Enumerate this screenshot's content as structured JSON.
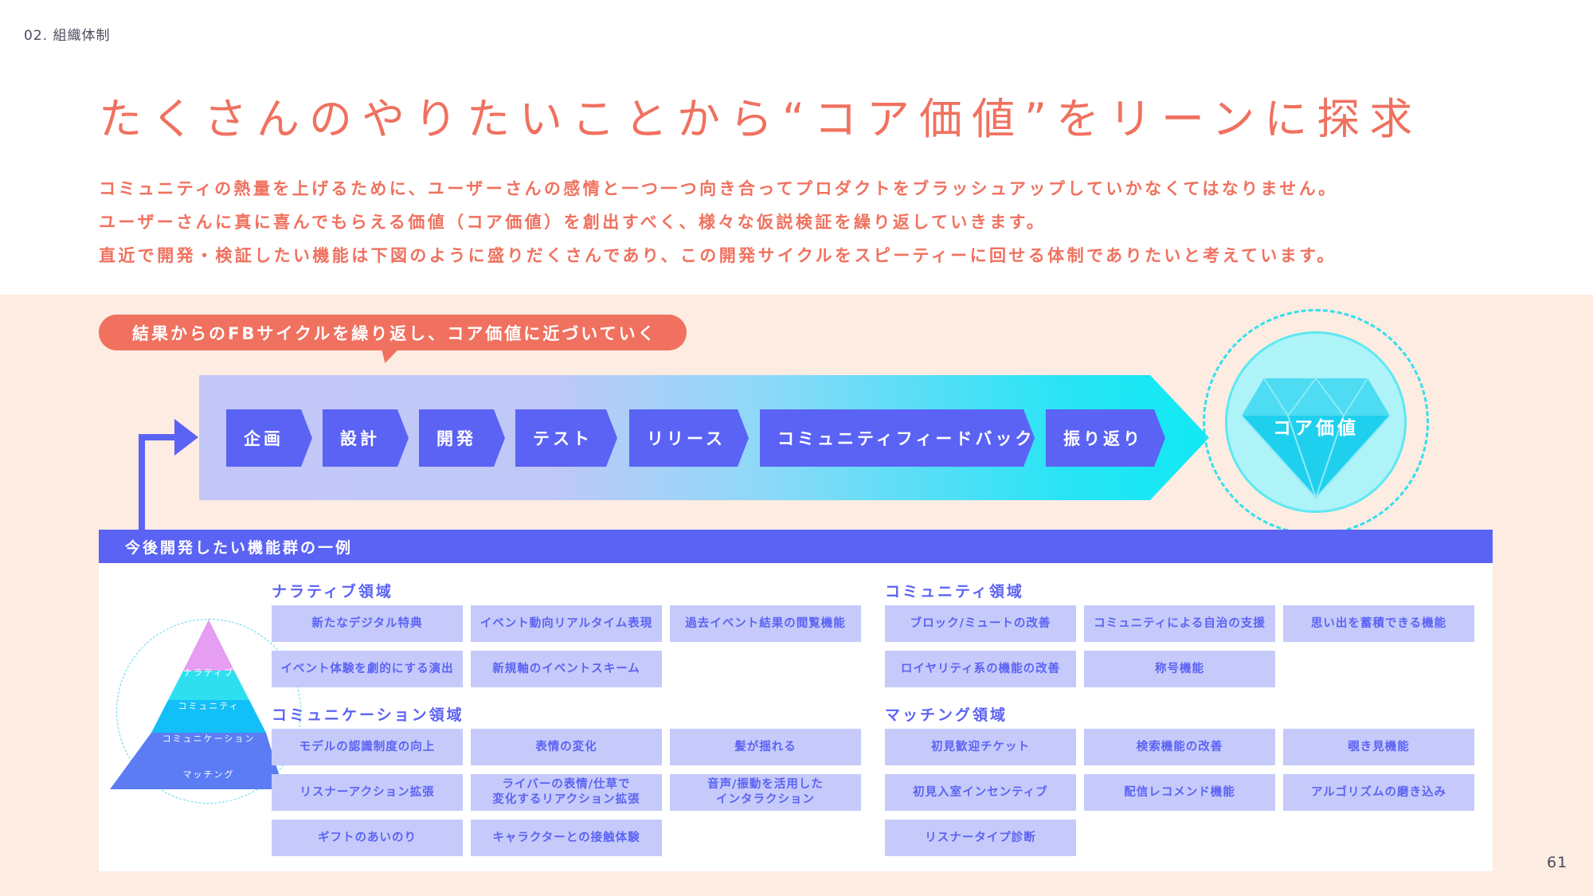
{
  "header": {
    "section": "02. 組織体制",
    "title": "たくさんのやりたいことから“コア価値”をリーンに探求"
  },
  "intro": [
    "コミュニティの熱量を上げるために、ユーザーさんの感情と一つ一つ向き合ってプロダクトをブラッシュアップしていかなくてはなりません。",
    "ユーザーさんに真に喜んでもらえる価値（コア価値）を創出すべく、様々な仮説検証を繰り返していきます。",
    "直近で開発・検証したい機能は下図のように盛りだくさんであり、この開発サイクルをスピーティーに回せる体制でありたいと考えています。"
  ],
  "cycle": {
    "bubble": "結果からのFBサイクルを繰り返し、コア価値に近づいていく",
    "steps": [
      "企画",
      "設計",
      "開発",
      "テスト",
      "リリース",
      "コミュニティフィードバック",
      "振り返り"
    ],
    "core": "コア価値"
  },
  "features": {
    "header": "今後開発したい機能群の一例",
    "pyramid": [
      "ナラティブ",
      "コミュニティ",
      "コミュニケーション",
      "マッチング"
    ],
    "narrative": {
      "title": "ナラティブ領域",
      "items": [
        "新たなデジタル特典",
        "イベント動向リアルタイム表現",
        "過去イベント結果の閲覧機能",
        "イベント体験を劇的にする演出",
        "新規軸のイベントスキーム"
      ]
    },
    "communication": {
      "title": "コミュニケーション領域",
      "items": [
        "モデルの認識制度の向上",
        "表情の変化",
        "髪が揺れる",
        "リスナーアクション拡張",
        "ライバーの表情/仕草で",
        "変化するリアクション拡張",
        "音声/振動を活用した",
        "インタラクション",
        "ギフトのあいのり",
        "キャラクターとの接触体験"
      ]
    },
    "community": {
      "title": "コミュニティ領域",
      "items": [
        "ブロック/ミュートの改善",
        "コミュニティによる自治の支援",
        "思い出を蓄積できる機能",
        "ロイヤリティ系の機能の改善",
        "称号機能"
      ]
    },
    "matching": {
      "title": "マッチング領域",
      "items": [
        "初見歓迎チケット",
        "検索機能の改善",
        "覗き見機能",
        "初見入室インセンティブ",
        "配信レコメンド機能",
        "アルゴリズムの磨き込み",
        "リスナータイプ診断"
      ]
    }
  },
  "page_number": "61",
  "colors": {
    "accent": "#f0715f",
    "primary": "#5b63f4",
    "chip": "#c6cafa",
    "band": "#fdece2",
    "cyan": "#10e9f4"
  }
}
